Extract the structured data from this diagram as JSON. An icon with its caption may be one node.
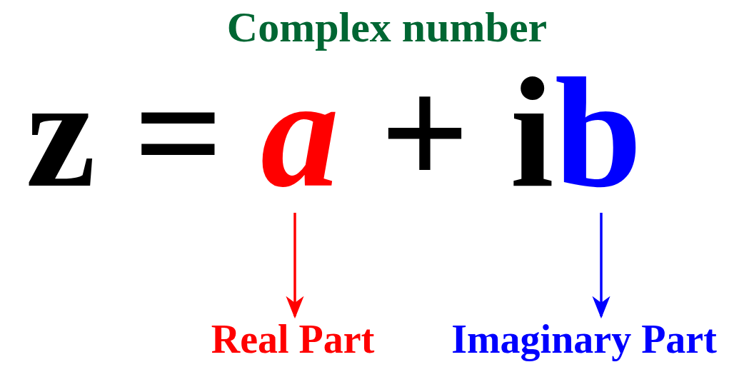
{
  "diagram": {
    "title": "Complex number",
    "nodes": [
      {
        "text": [
          "a"
        ]
      },
      {
        "text": [
          "b"
        ]
      },
      {
        "text": [
          "Real Part"
        ]
      },
      {
        "text": [
          "Imaginary Part"
        ]
      }
    ],
    "edges": [
      {
        "from": 0,
        "to": 2,
        "arrow": "to",
        "color": "#ff0000"
      },
      {
        "from": 1,
        "to": 3,
        "arrow": "to",
        "color": "#0000ff"
      }
    ],
    "labels": [
      "z",
      "=",
      "+",
      "i"
    ]
  }
}
